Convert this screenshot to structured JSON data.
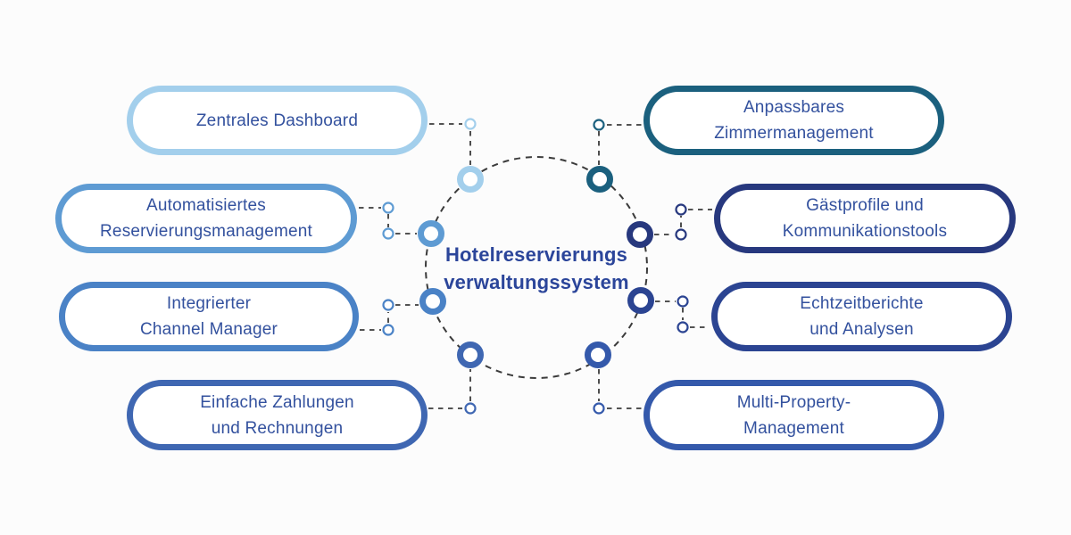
{
  "background_color": "#fcfcfc",
  "text_color": "#33519e",
  "title": {
    "line1": "Hotelreservierungs",
    "line2": "verwaltungssystem",
    "color": "#2b459a"
  },
  "connector_color": "#3b3b3b",
  "items": [
    {
      "id": "zentrales-dashboard",
      "side": "left",
      "color": "#a3cfec",
      "lines": [
        "Zentrales Dashboard"
      ]
    },
    {
      "id": "automatisiertes-reservierungsmanagement",
      "side": "left",
      "color": "#5e9bd3",
      "lines": [
        "Automatisiertes",
        "Reservierungsmanagement"
      ]
    },
    {
      "id": "integrierter-channel-manager",
      "side": "left",
      "color": "#4a82c6",
      "lines": [
        "Integrierter",
        "Channel Manager"
      ]
    },
    {
      "id": "einfache-zahlungen-und-rechnungen",
      "side": "left",
      "color": "#3f67b2",
      "lines": [
        "Einfache Zahlungen",
        "und Rechnungen"
      ]
    },
    {
      "id": "anpassbares-zimmermanagement",
      "side": "right",
      "color": "#1b607e",
      "lines": [
        "Anpassbares",
        "Zimmermanagement"
      ]
    },
    {
      "id": "gaestprofile-und-kommunikationstools",
      "side": "right",
      "color": "#27387e",
      "lines": [
        "Gästprofile und",
        "Kommunikationstools"
      ]
    },
    {
      "id": "echtzeitberichte-und-analysen",
      "side": "right",
      "color": "#2b4492",
      "lines": [
        "Echtzeitberichte",
        "und Analysen"
      ]
    },
    {
      "id": "multi-property-management",
      "side": "right",
      "color": "#3459ab",
      "lines": [
        "Multi-Property-",
        "Management"
      ]
    }
  ]
}
